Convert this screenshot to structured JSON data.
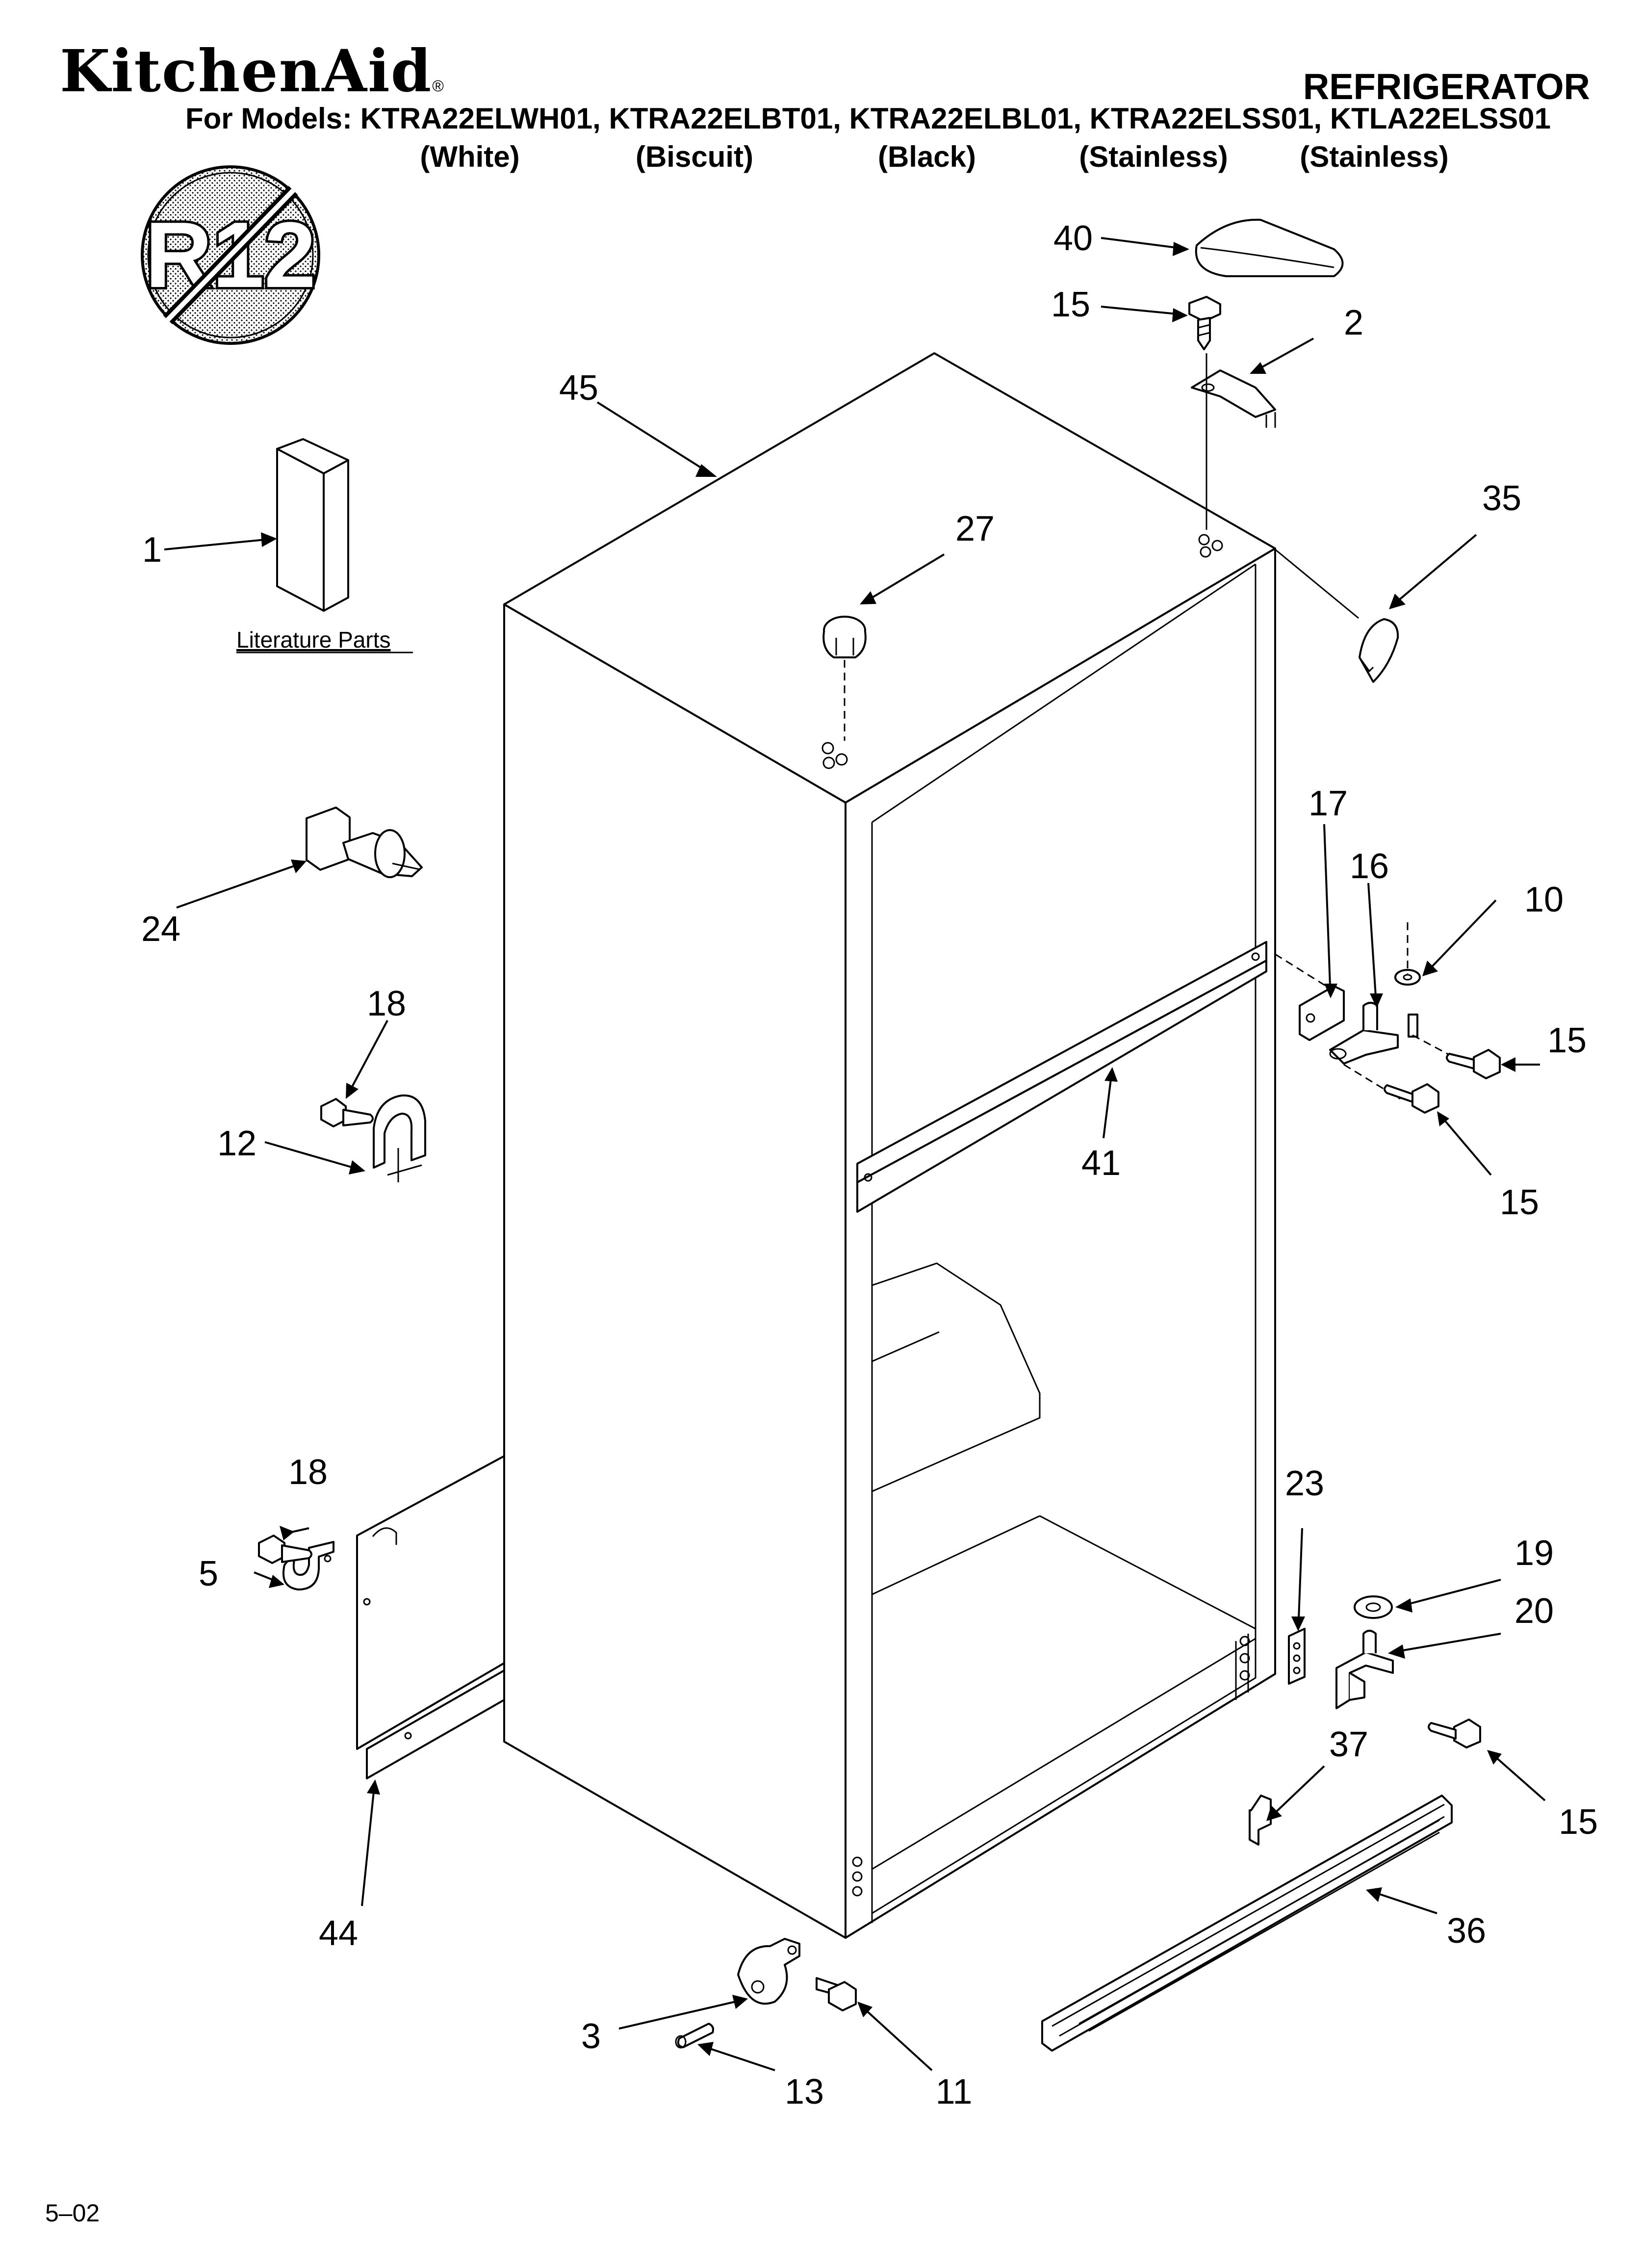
{
  "header": {
    "brand": "KitchenAid",
    "brand_mark": "®",
    "title": "REFRIGERATOR",
    "models_line": "For Models: KTRA22ELWH01, KTRA22ELBT01, KTRA22ELBL01, KTRA22ELSS01, KTLA22ELSS01",
    "variants": [
      "(White)",
      "(Biscuit)",
      "(Black)",
      "(Stainless)",
      "(Stainless)"
    ]
  },
  "badge": {
    "text": "R12",
    "meaning": "no-R12-refrigerant"
  },
  "literature_label": "Literature Parts",
  "callouts": {
    "1": "1",
    "2": "2",
    "3": "3",
    "5": "5",
    "10": "10",
    "11": "11",
    "12": "12",
    "13": "13",
    "15": "15",
    "16": "16",
    "17": "17",
    "18": "18",
    "19": "19",
    "20": "20",
    "23": "23",
    "24": "24",
    "27": "27",
    "35": "35",
    "36": "36",
    "37": "37",
    "40": "40",
    "41": "41",
    "44": "44",
    "45": "45"
  },
  "footer": {
    "code": "5–02"
  }
}
